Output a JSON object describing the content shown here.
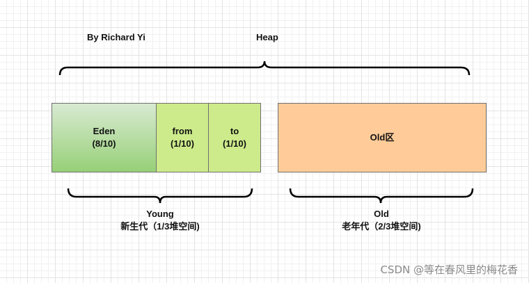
{
  "author": "By Richard Yi",
  "heap_label": "Heap",
  "eden": {
    "name": "Eden",
    "ratio": "(8/10)"
  },
  "from": {
    "name": "from",
    "ratio": "(1/10)"
  },
  "to": {
    "name": "to",
    "ratio": "(1/10)"
  },
  "old_box": {
    "name": "Old区"
  },
  "young_caption": {
    "title": "Young",
    "subtitle": "新生代（1/3堆空间)"
  },
  "old_caption": {
    "title": "Old",
    "subtitle": "老年代（2/3堆空间)"
  },
  "watermark": "CSDN @等在春风里的梅花香",
  "colors": {
    "eden_top": "#d8ead2",
    "eden_bottom": "#97d077",
    "survivor": "#cdeb8b",
    "old": "#ffcc99",
    "border": "#6f6f6f"
  }
}
